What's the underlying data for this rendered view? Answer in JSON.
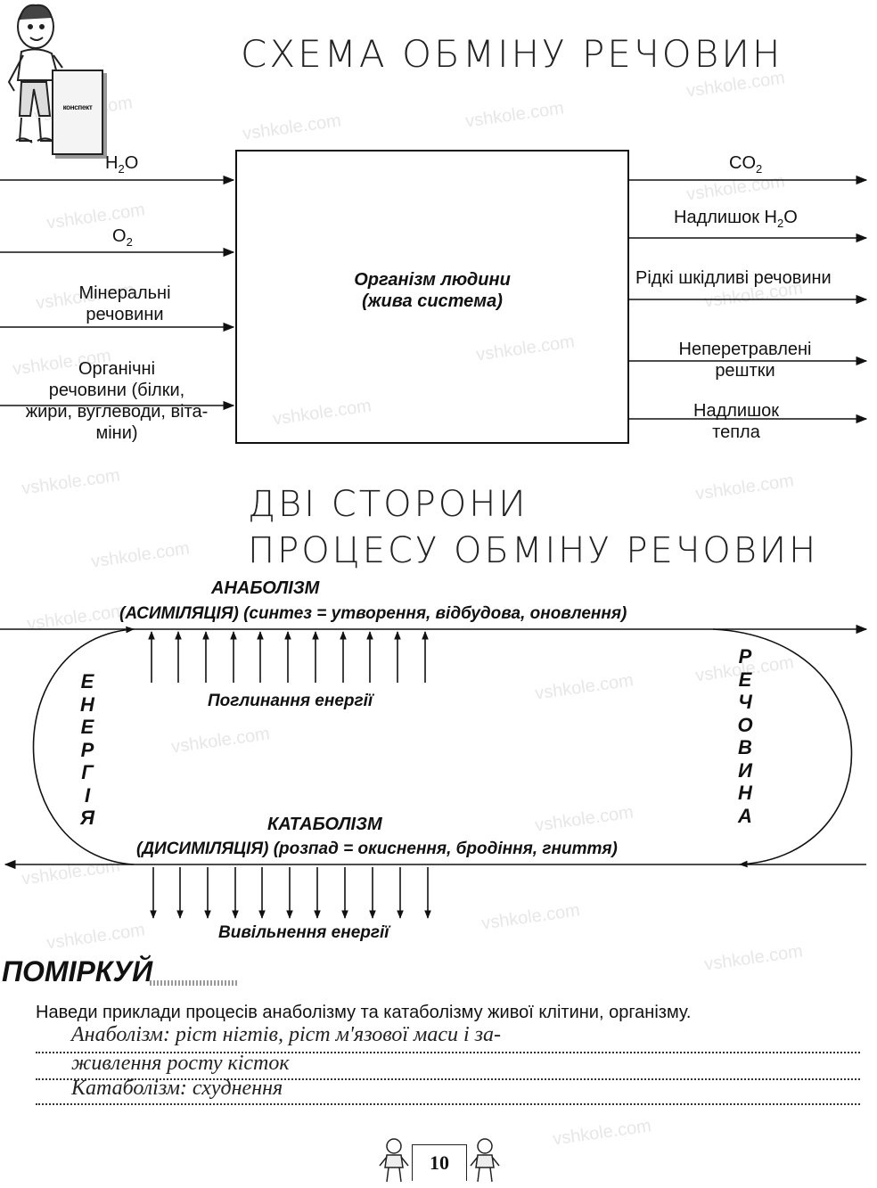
{
  "watermark": "vshkole.com",
  "scheme": {
    "title": "СХЕМА ОБМІНУ РЕЧОВИН",
    "book_label": "конспект",
    "organism": {
      "line1": "Організм людини",
      "line2": "(жива система)"
    },
    "inputs": {
      "water": {
        "base": "H",
        "sub": "2",
        "rest": "O"
      },
      "oxygen": {
        "base": "O",
        "sub": "2"
      },
      "minerals": {
        "line1": "Мінеральні",
        "line2": "речовини"
      },
      "organics": {
        "line1": "Органічні",
        "line2": "речовини (білки,",
        "line3": "жири, вуглеводи, віта-",
        "line4": "міни)"
      }
    },
    "outputs": {
      "co2": {
        "base": "CO",
        "sub": "2"
      },
      "water_excess": {
        "base": "Надлишок H",
        "sub": "2",
        "rest": "O"
      },
      "liquid_waste": "Рідкі шкідливі речовини",
      "undigested": {
        "line1": "Неперетравлені",
        "line2": "рештки"
      },
      "heat_excess": {
        "line1": "Надлишок",
        "line2": "тепла"
      }
    }
  },
  "sides": {
    "title_line1": "ДВІ СТОРОНИ",
    "title_line2": "ПРОЦЕСУ ОБМІНУ РЕЧОВИН",
    "anabolism": {
      "title": "АНАБОЛІЗМ",
      "subtitle": "(АСИМІЛЯЦІЯ) (синтез = утворення, відбудова, оновлення)"
    },
    "absorption": "Поглинання енергії",
    "catabolism": {
      "title": "КАТАБОЛІЗМ",
      "subtitle": "(ДИСИМІЛЯЦІЯ) (розпад = окиснення, бродіння, гниття)"
    },
    "release": "Вивільнення енергії",
    "energy_letters": [
      "Е",
      "Н",
      "Е",
      "Р",
      "Г",
      "І",
      "Я"
    ],
    "matter_letters": [
      "Р",
      "Е",
      "Ч",
      "О",
      "В",
      "И",
      "Н",
      "А"
    ]
  },
  "think": {
    "heading": "ПОМІРКУЙ",
    "question": "Наведи приклади процесів анаболізму та катаболізму живої клітини, організму.",
    "answer_line1": "Анаболізм: ріст нігтів, ріст м'язової маси і за-",
    "answer_line2": "живлення росту кісток",
    "answer_line3": "Катаболізм: схуднення"
  },
  "page_number": "10"
}
